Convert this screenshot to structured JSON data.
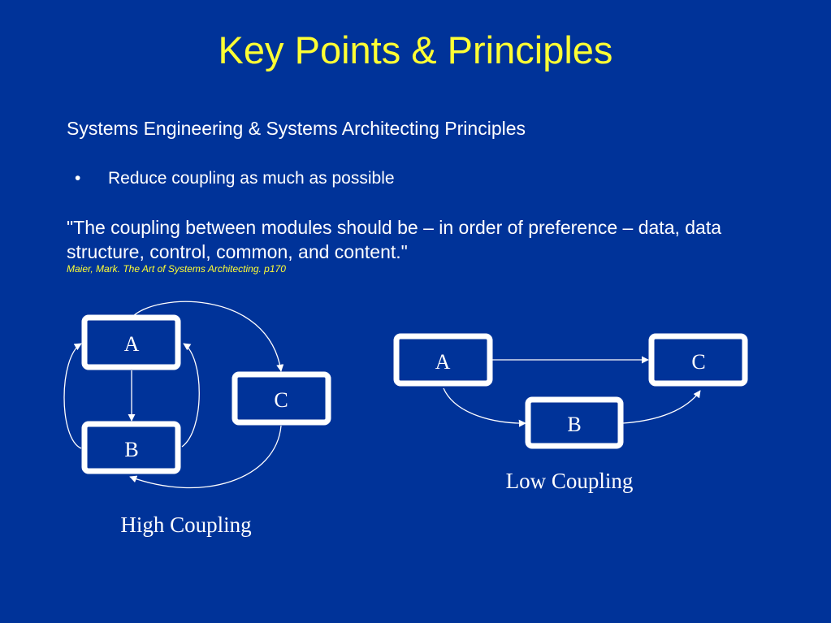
{
  "slide": {
    "title": "Key Points & Principles",
    "subtitle": "Systems Engineering & Systems Architecting Principles",
    "bullet_marker": "•",
    "bullet": "Reduce coupling as much as possible",
    "quote": "\"The coupling between modules should be – in order of preference – data, data structure, control, common, and content.\"",
    "citation": "Maier, Mark. The Art of Systems Architecting. p170"
  },
  "high_coupling": {
    "caption": "High Coupling",
    "nodes": {
      "a": "A",
      "b": "B",
      "c": "C"
    }
  },
  "low_coupling": {
    "caption": "Low Coupling",
    "nodes": {
      "a": "A",
      "b": "B",
      "c": "C"
    }
  },
  "colors": {
    "background": "#003399",
    "title": "#ffff33",
    "text": "#ffffff",
    "citation": "#ffff33"
  }
}
